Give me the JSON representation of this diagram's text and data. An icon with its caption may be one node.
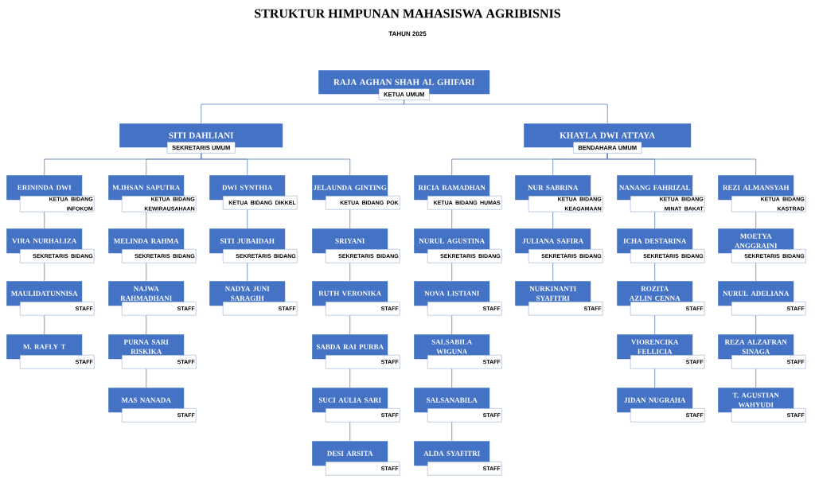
{
  "diagram": {
    "title": "STRUKTUR HIMPUNAN MAHASISWA AGRIBISNIS",
    "labels": [
      "TAHUN 2025"
    ],
    "nodes": [
      {
        "text": [
          "RAJA AGHAN SHAH AL GHIFARI",
          "KETUA UMUM"
        ]
      },
      {
        "text": [
          "SITI DAHLIANI",
          "SEKRETARIS UMUM"
        ]
      },
      {
        "text": [
          "KHAYLA DWI ATTAYA",
          "BENDAHARA UMUM"
        ]
      },
      {
        "text": [
          "ERININDA DWI",
          "KETUA BIDANG INFOKOM"
        ]
      },
      {
        "text": [
          "VIRA NURHALIZA",
          "SEKRETARIS BIDANG"
        ]
      },
      {
        "text": [
          "MAULIDATUNNISA",
          "STAFF"
        ]
      },
      {
        "text": [
          "M. RAFLY T",
          "STAFF"
        ]
      },
      {
        "text": [
          "M.IHSAN SAPUTRA",
          "KETUA BIDANG KEWIRAUSAHAAN"
        ]
      },
      {
        "text": [
          "MELINDA RAHMA",
          "SEKRETARIS BIDANG"
        ]
      },
      {
        "text": [
          "NAJWA RAHMADHANI",
          "STAFF"
        ]
      },
      {
        "text": [
          "PURNA SARI RISKIKA",
          "STAFF"
        ]
      },
      {
        "text": [
          "MAS NANADA",
          "STAFF"
        ]
      },
      {
        "text": [
          "DWI SYNTHIA",
          "KETUA BIDANG DIKKEL"
        ]
      },
      {
        "text": [
          "SITI JUBAIDAH",
          "SEKRETARIS BIDANG"
        ]
      },
      {
        "text": [
          "NADYA JUNI SARAGIH",
          "STAFF"
        ]
      },
      {
        "text": [
          "JELAUNDA GINTING",
          "KETUA BIDANG POK"
        ]
      },
      {
        "text": [
          "SRIYANI",
          "SEKRETARIS BIDANG"
        ]
      },
      {
        "text": [
          "RUTH VERONIKA",
          "STAFF"
        ]
      },
      {
        "text": [
          "SABDA RAI PURBA",
          "STAFF"
        ]
      },
      {
        "text": [
          "SUCI AULIA SARI",
          "STAFF"
        ]
      },
      {
        "text": [
          "DESI ARSITA",
          "STAFF"
        ]
      },
      {
        "text": [
          "RICIA RAMADHAN",
          "KETUA BIDANG HUMAS"
        ]
      },
      {
        "text": [
          "NURUL AGUSTINA",
          "SEKRETARIS BIDANG"
        ]
      },
      {
        "text": [
          "NOVA LISTIANI",
          "STAFF"
        ]
      },
      {
        "text": [
          "SALSABILA WIGUNA",
          "STAFF"
        ]
      },
      {
        "text": [
          "SALSANABILA",
          "STAFF"
        ]
      },
      {
        "text": [
          "ALDA SYAFITRI",
          "STAFF"
        ]
      },
      {
        "text": [
          "NUR SABRINA",
          "KETUA BIDANG KEAGAMAAN"
        ]
      },
      {
        "text": [
          "JULIANA SAFIRA",
          "SEKRETARIS BIDANG"
        ]
      },
      {
        "text": [
          "NURKINANTI SYAFITRI",
          "STAFF"
        ]
      },
      {
        "text": [
          "NANANG FAHRIZAL",
          "KETUA BIDANG MINAT BAKAT"
        ]
      },
      {
        "text": [
          "ICHA DESTARINA",
          "SEKRETARIS BIDANG"
        ]
      },
      {
        "text": [
          "ROZITA AZLIN CENNA",
          "STAFF"
        ]
      },
      {
        "text": [
          "VIORENCIKA FELLICIA",
          "STAFF"
        ]
      },
      {
        "text": [
          "JIDAN NUGRAHA",
          "STAFF"
        ]
      },
      {
        "text": [
          "REZI ALMANSYAH",
          "KETUA BIDANG KASTRAD"
        ]
      },
      {
        "text": [
          "MOETYA ANGGRAINI",
          "SEKRETARIS BIDANG"
        ]
      },
      {
        "text": [
          "NURUL ADELIANA",
          "STAFF"
        ]
      },
      {
        "text": [
          "REZA ALZAFRAN SINAGA",
          "STAFF"
        ]
      },
      {
        "text": [
          "T. AGUSTIAN WAHYUDI",
          "STAFF"
        ]
      }
    ],
    "edges": [
      {
        "from": 0,
        "to": 1,
        "arrow": "none"
      },
      {
        "from": 0,
        "to": 2,
        "arrow": "none"
      },
      {
        "from": 1,
        "to": 3,
        "arrow": "none"
      },
      {
        "from": 1,
        "to": 7,
        "arrow": "none"
      },
      {
        "from": 1,
        "to": 12,
        "arrow": "none"
      },
      {
        "from": 1,
        "to": 15,
        "arrow": "none"
      },
      {
        "from": 2,
        "to": 21,
        "arrow": "none"
      },
      {
        "from": 2,
        "to": 27,
        "arrow": "none"
      },
      {
        "from": 2,
        "to": 30,
        "arrow": "none"
      },
      {
        "from": 2,
        "to": 35,
        "arrow": "none"
      },
      {
        "from": 3,
        "to": 4,
        "arrow": "none"
      },
      {
        "from": 4,
        "to": 5,
        "arrow": "none"
      },
      {
        "from": 5,
        "to": 6,
        "arrow": "none"
      },
      {
        "from": 7,
        "to": 8,
        "arrow": "none"
      },
      {
        "from": 8,
        "to": 9,
        "arrow": "none"
      },
      {
        "from": 9,
        "to": 10,
        "arrow": "none"
      },
      {
        "from": 10,
        "to": 11,
        "arrow": "none"
      },
      {
        "from": 12,
        "to": 13,
        "arrow": "none"
      },
      {
        "from": 13,
        "to": 14,
        "arrow": "none"
      },
      {
        "from": 15,
        "to": 16,
        "arrow": "none"
      },
      {
        "from": 16,
        "to": 17,
        "arrow": "none"
      },
      {
        "from": 17,
        "to": 18,
        "arrow": "none"
      },
      {
        "from": 18,
        "to": 19,
        "arrow": "none"
      },
      {
        "from": 19,
        "to": 20,
        "arrow": "none"
      },
      {
        "from": 21,
        "to": 22,
        "arrow": "none"
      },
      {
        "from": 22,
        "to": 23,
        "arrow": "none"
      },
      {
        "from": 23,
        "to": 24,
        "arrow": "none"
      },
      {
        "from": 24,
        "to": 25,
        "arrow": "none"
      },
      {
        "from": 25,
        "to": 26,
        "arrow": "none"
      },
      {
        "from": 27,
        "to": 28,
        "arrow": "none"
      },
      {
        "from": 28,
        "to": 29,
        "arrow": "none"
      },
      {
        "from": 30,
        "to": 31,
        "arrow": "none"
      },
      {
        "from": 31,
        "to": 32,
        "arrow": "none"
      },
      {
        "from": 32,
        "to": 33,
        "arrow": "none"
      },
      {
        "from": 33,
        "to": 34,
        "arrow": "none"
      },
      {
        "from": 35,
        "to": 36,
        "arrow": "none"
      },
      {
        "from": 36,
        "to": 37,
        "arrow": "none"
      },
      {
        "from": 37,
        "to": 38,
        "arrow": "none"
      },
      {
        "from": 38,
        "to": 39,
        "arrow": "none"
      }
    ]
  }
}
